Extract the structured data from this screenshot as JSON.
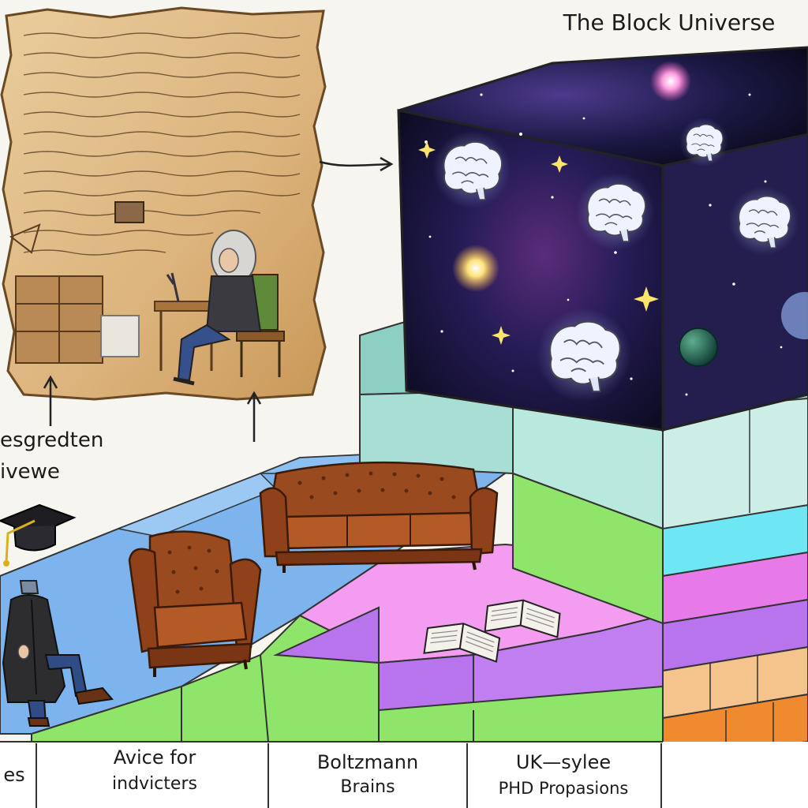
{
  "title": "The Block Universe",
  "scroll_caption": [
    "esgredten",
    "ivewe"
  ],
  "labels": [
    {
      "lines": [
        "es"
      ]
    },
    {
      "lines": [
        "Avice for",
        "indvicters"
      ]
    },
    {
      "lines": [
        "Boltzmann",
        "Brains"
      ]
    },
    {
      "lines": [
        "UK—sylee",
        "PHD Propasions"
      ]
    }
  ],
  "colors": {
    "paper": "#f7f5ef",
    "parchment": "#e3c08f",
    "space": "#15122e",
    "teal": "#8ecfc3",
    "blue": "#79b7ef",
    "green": "#8fe46a",
    "purple": "#b774ec",
    "pink": "#f39cf0",
    "orange": "#f08a2e",
    "leather": "#9a4a1f"
  },
  "icons": [
    "brain-icon",
    "graduation-cap-icon",
    "book-icon",
    "sofa-icon",
    "armchair-icon",
    "star-icon",
    "arrow-icon"
  ]
}
